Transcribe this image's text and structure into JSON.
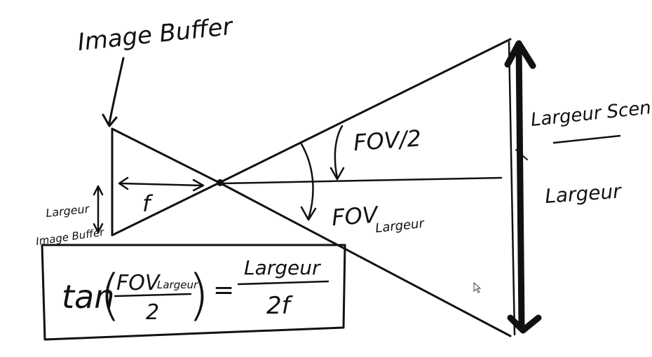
{
  "labels": {
    "image_buffer": "Image Buffer",
    "focal": "f",
    "fov_half": "FOV/2",
    "fov_main": "FOV",
    "fov_sub": "Largeur",
    "largeur_scene": "Largeur Scene",
    "largeur": "Largeur",
    "buffer_side_1": "Largeur",
    "buffer_side_2": "Image Buffer"
  },
  "formula": {
    "fn": "tan",
    "lhs_numerator_main": "FOV",
    "lhs_numerator_sub": "Largeur",
    "lhs_denominator": "2",
    "equals": "=",
    "rhs_numerator": "Largeur",
    "rhs_denominator": "2f"
  },
  "colors": {
    "ink": "#111111",
    "background": "#ffffff"
  }
}
